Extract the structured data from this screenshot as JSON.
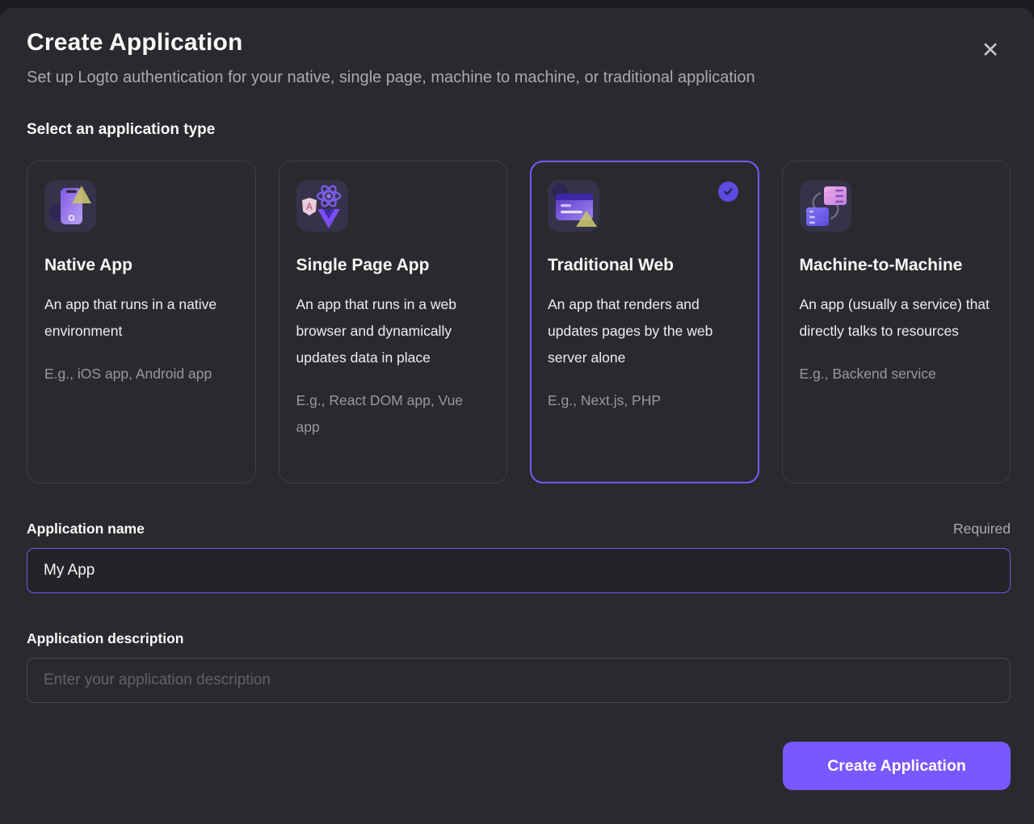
{
  "modal": {
    "title": "Create Application",
    "subtitle": "Set up Logto authentication for your native, single page, machine to machine, or traditional application",
    "close_glyph": "✕"
  },
  "section_label": "Select an application type",
  "cards": [
    {
      "title": "Native App",
      "description": "An app that runs in a native environment",
      "example": "E.g., iOS app, Android app",
      "selected": false
    },
    {
      "title": "Single Page App",
      "description": "An app that runs in a web browser and dynamically updates data in place",
      "example": "E.g., React DOM app, Vue app",
      "selected": false
    },
    {
      "title": "Traditional Web",
      "description": "An app that renders and updates pages by the web server alone",
      "example": "E.g., Next.js, PHP",
      "selected": true
    },
    {
      "title": "Machine-to-Machine",
      "description": "An app (usually a service) that directly talks to resources",
      "example": "E.g., Backend service",
      "selected": false
    }
  ],
  "form": {
    "name_label": "Application name",
    "name_required": "Required",
    "name_value": "My App",
    "description_label": "Application description",
    "description_placeholder": "Enter your application description"
  },
  "footer": {
    "create_button_label": "Create Application"
  },
  "colors": {
    "accent": "#7958ff",
    "surface": "#2a2a2e",
    "selected_border": "#7958ff",
    "badge": "#5b4be0",
    "text_primary": "#f7f8f8",
    "text_secondary": "#a9acac"
  }
}
